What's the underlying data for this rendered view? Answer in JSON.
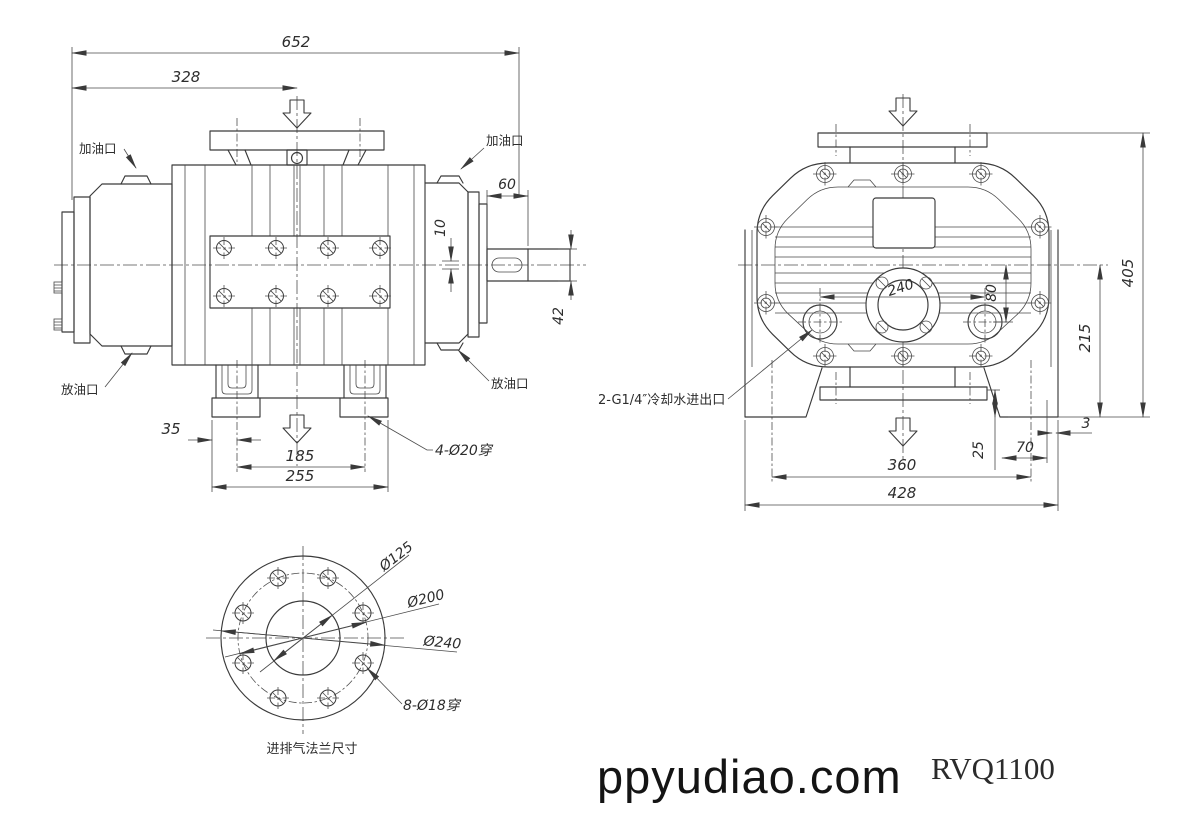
{
  "side_view": {
    "dim_652": "652",
    "dim_328": "328",
    "dim_60": "60",
    "dim_10": "10",
    "dim_42": "42",
    "dim_35": "35",
    "dim_185": "185",
    "dim_255": "255",
    "label_oil_fill_left": "加油口",
    "label_oil_fill_right": "加油口",
    "label_oil_drain_left": "放油口",
    "label_oil_drain_right": "放油口",
    "label_foot_holes": "4-Ø20穿"
  },
  "end_view": {
    "dim_405": "405",
    "dim_215": "215",
    "dim_240": "240",
    "dim_80": "80",
    "dim_25": "25",
    "dim_70": "70",
    "dim_3": "3",
    "dim_360": "360",
    "dim_428": "428",
    "label_cooling": "2-G1/4″冷却水进出口"
  },
  "flange_view": {
    "dim_d125": "Ø125",
    "dim_d200": "Ø200",
    "dim_d240": "Ø240",
    "label_holes": "8-Ø18穿",
    "caption": "进排气法兰尺寸"
  },
  "footer": {
    "watermark": "ppyudiao.com",
    "model": "RVQ1100"
  }
}
